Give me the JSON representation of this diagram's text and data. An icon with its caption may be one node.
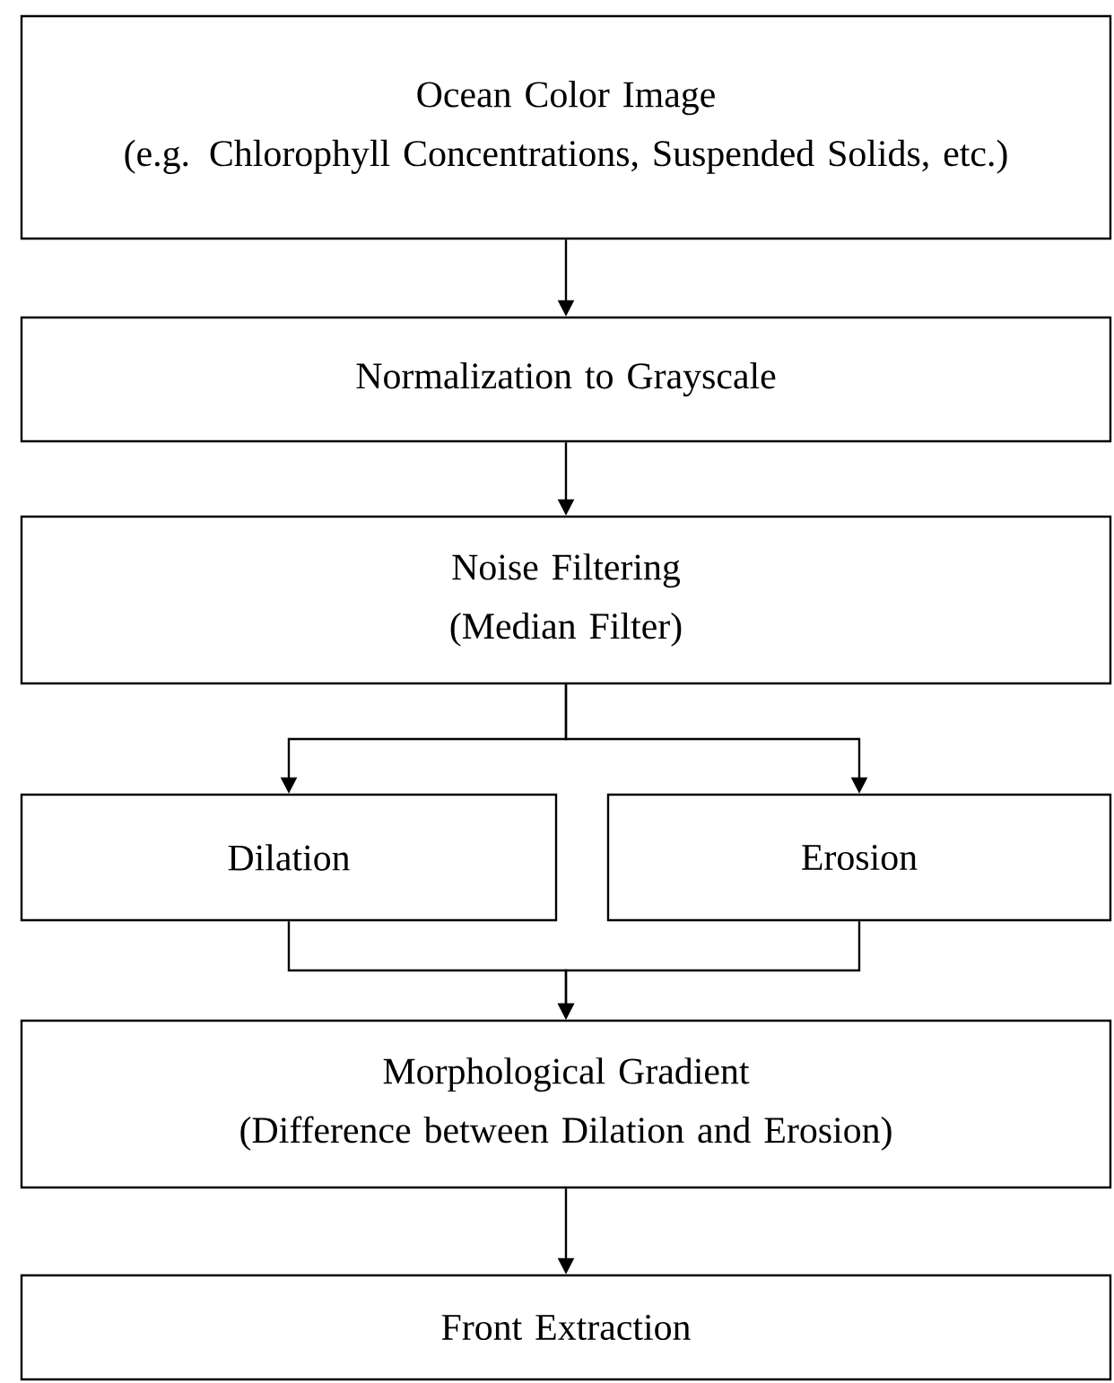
{
  "diagram": {
    "nodes": [
      {
        "text": [
          "Ocean Color Image",
          "(e.g. Chlorophyll Concentrations, Suspended Solids, etc.)"
        ]
      },
      {
        "text": [
          "Normalization to Grayscale"
        ]
      },
      {
        "text": [
          "Noise Filtering",
          "(Median Filter)"
        ]
      },
      {
        "text": [
          "Dilation"
        ]
      },
      {
        "text": [
          "Erosion"
        ]
      },
      {
        "text": [
          "Morphological Gradient",
          "(Difference between Dilation and Erosion)"
        ]
      },
      {
        "text": [
          "Front Extraction"
        ]
      }
    ],
    "edges": [
      {
        "from": 0,
        "to": 1,
        "arrow": "to"
      },
      {
        "from": 1,
        "to": 2,
        "arrow": "to"
      },
      {
        "from": 2,
        "to": 3,
        "arrow": "to"
      },
      {
        "from": 2,
        "to": 4,
        "arrow": "to"
      },
      {
        "from": 3,
        "to": 5,
        "arrow": "to"
      },
      {
        "from": 4,
        "to": 5,
        "arrow": "to"
      },
      {
        "from": 5,
        "to": 6,
        "arrow": "to"
      }
    ]
  }
}
